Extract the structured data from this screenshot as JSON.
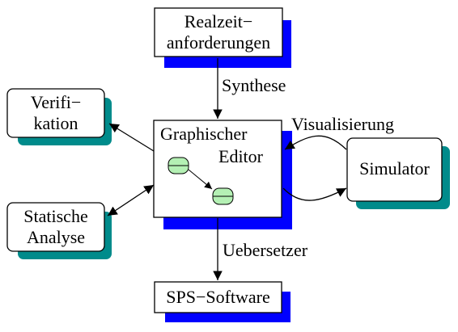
{
  "nodes": {
    "realzeit": {
      "line1": "Realzeit−",
      "line2": "anforderungen"
    },
    "verifikation": {
      "line1": "Verifi−",
      "line2": "kation"
    },
    "editor": {
      "line1": "Graphischer",
      "line2": "Editor"
    },
    "simulator": {
      "label": "Simulator"
    },
    "statische": {
      "line1": "Statische",
      "line2": "Analyse"
    },
    "sps": {
      "label": "SPS−Software"
    }
  },
  "edges": {
    "synthese": "Synthese",
    "visualisierung": "Visualisierung",
    "uebersetzer": "Uebersetzer"
  },
  "colors": {
    "blue_shadow": "#0000ff",
    "teal_shadow": "#008b8b",
    "state_fill": "#b4f0b4",
    "outline": "#000000"
  }
}
